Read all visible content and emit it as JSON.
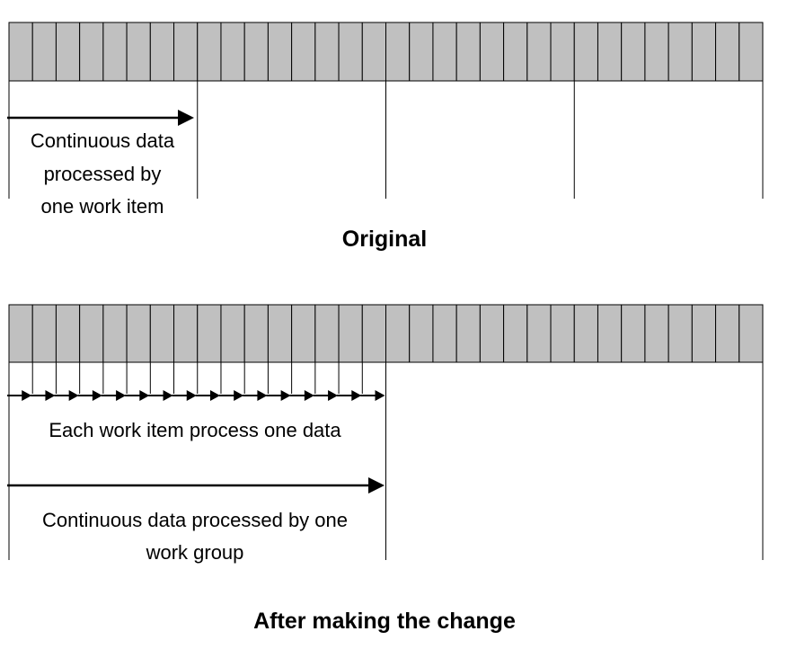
{
  "original": {
    "title": "Original",
    "caption_lines": [
      "Continuous data",
      "processed by",
      "one work item"
    ]
  },
  "changed": {
    "title": "After making the change",
    "item_caption": "Each work item process one data",
    "group_caption_lines": [
      "Continuous data processed by one",
      "work group"
    ]
  },
  "colors": {
    "cell_fill": "#c0c0c0",
    "line": "#000000",
    "background": "#ffffff"
  }
}
